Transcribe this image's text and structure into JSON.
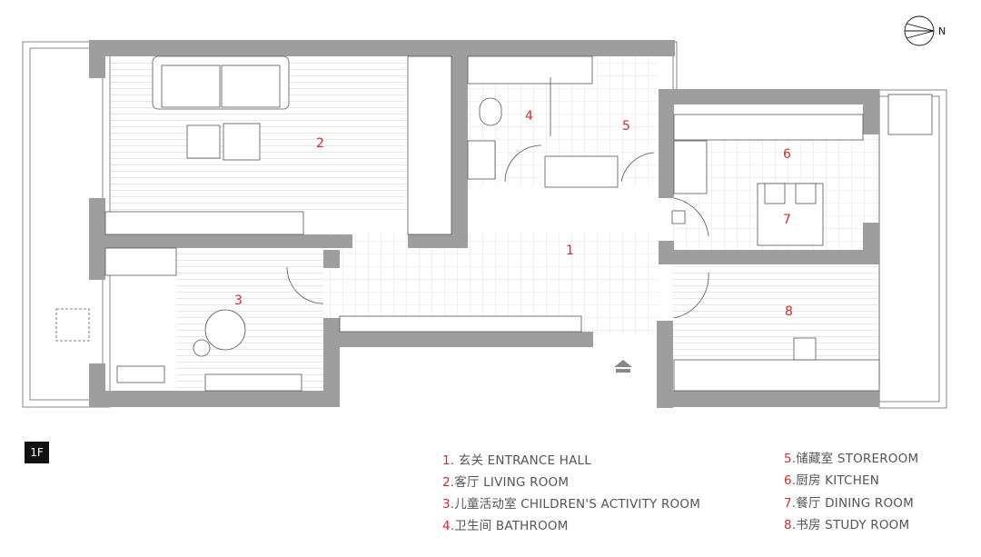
{
  "floor_label": "1F",
  "north_label": "N",
  "rooms": [
    {
      "num": "1",
      "label": "1. 玄关 ENTRANCE HALL"
    },
    {
      "num": "2",
      "label": "2.客厅 LIVING ROOM"
    },
    {
      "num": "3",
      "label": "3.儿童活动室 CHILDREN'S ACTIVITY ROOM"
    },
    {
      "num": "4",
      "label": "4.卫生间 BATHROOM"
    },
    {
      "num": "5",
      "label": "5.储藏室 STOREROOM"
    },
    {
      "num": "6",
      "label": "6.厨房 KITCHEN"
    },
    {
      "num": "7",
      "label": "7.餐厅 DINING ROOM"
    },
    {
      "num": "8",
      "label": "8.书房 STUDY ROOM"
    }
  ],
  "colors": {
    "wall": "#9e9e9e",
    "line": "#555555",
    "accent": "#d92a2a"
  },
  "icons": [
    "north-arrow-icon",
    "entrance-arrow-icon"
  ]
}
